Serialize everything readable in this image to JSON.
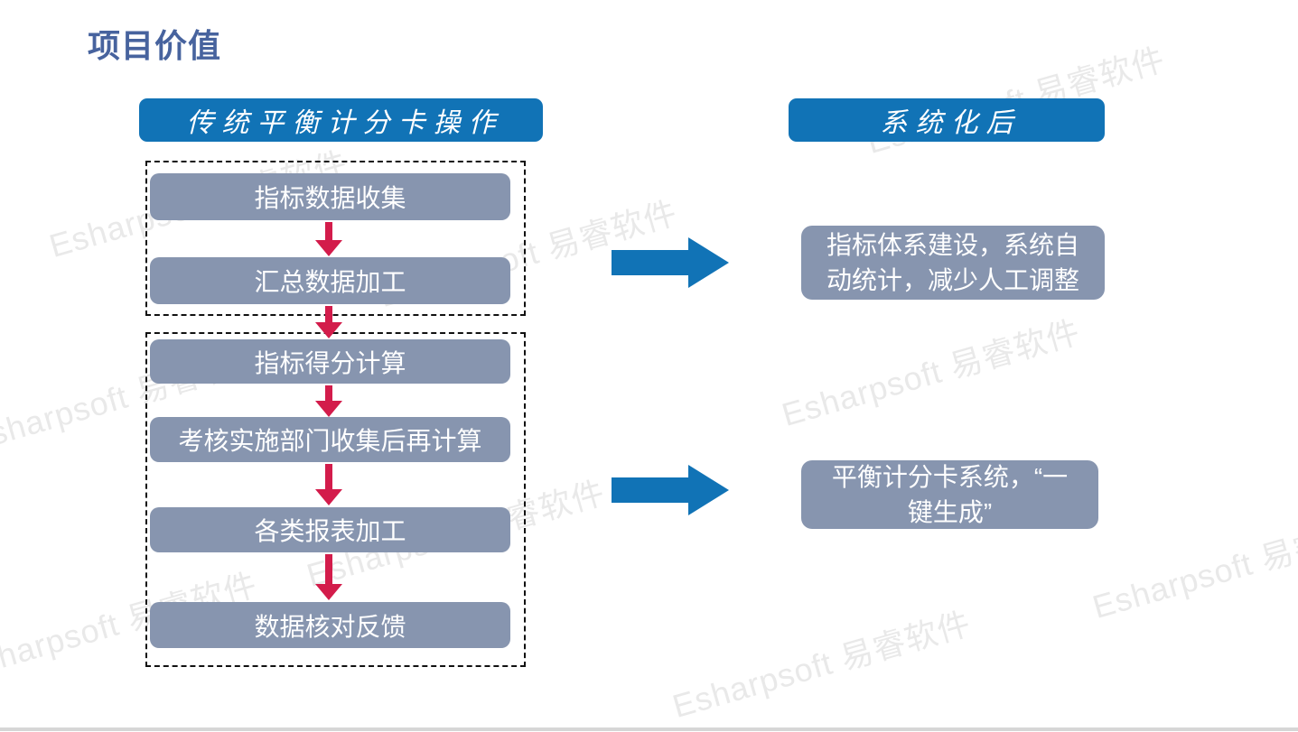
{
  "slide": {
    "title": "项目价值",
    "left_panel": {
      "header": "传统平衡计分卡操作",
      "groups": [
        {
          "steps": [
            "指标数据收集",
            "汇总数据加工"
          ]
        },
        {
          "steps": [
            "指标得分计算",
            "考核实施部门收集后再计算",
            "各类报表加工",
            "数据核对反馈"
          ]
        }
      ]
    },
    "right_panel": {
      "header": "系统化后",
      "results": [
        {
          "lines": [
            "指标体系建设，系统自",
            "动统计，减少人工调整"
          ]
        },
        {
          "lines": [
            "平衡计分卡系统，“一",
            "键生成”"
          ]
        }
      ]
    },
    "watermark": {
      "text": "Esharpsoft 易睿软件",
      "color": "#e9e9e9"
    },
    "colors": {
      "header_blue": "#1173b6",
      "box_blue_gray": "#8795af",
      "flow_arrow_red": "#d31c4b",
      "title_blue": "#47639e",
      "dashed_border": "#111111",
      "bottom_rule_gray": "#d6d6d6"
    }
  }
}
